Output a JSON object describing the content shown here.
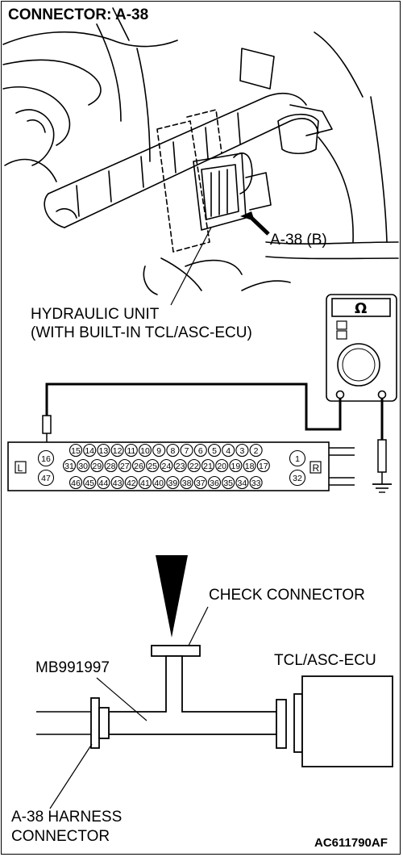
{
  "title": "CONNECTOR: A-38",
  "photo": {
    "connector_label": "A-38 (B)",
    "unit_label_line1": "HYDRAULIC UNIT",
    "unit_label_line2": "(WITH BUILT-IN TCL/ASC-ECU)"
  },
  "meter": {
    "symbol": "Ω"
  },
  "connector_face": {
    "side_left": "L",
    "side_right": "R",
    "row_top": [
      "15",
      "14",
      "13",
      "12",
      "11",
      "10",
      "9",
      "8",
      "7",
      "6",
      "5",
      "4",
      "3",
      "2"
    ],
    "row_mid": [
      "31",
      "30",
      "29",
      "28",
      "27",
      "26",
      "25",
      "24",
      "23",
      "22",
      "21",
      "20",
      "19",
      "18",
      "17"
    ],
    "row_bot": [
      "46",
      "45",
      "44",
      "43",
      "42",
      "41",
      "40",
      "39",
      "38",
      "37",
      "36",
      "35",
      "34",
      "33"
    ],
    "left_pins": [
      "16",
      "47"
    ],
    "right_pins": [
      "1",
      "32"
    ]
  },
  "schematic": {
    "check_connector": "CHECK CONNECTOR",
    "tool": "MB991997",
    "ecu": "TCL/ASC-ECU",
    "harness_line1": "A-38 HARNESS",
    "harness_line2": "CONNECTOR"
  },
  "figure_code": "AC611790AF"
}
